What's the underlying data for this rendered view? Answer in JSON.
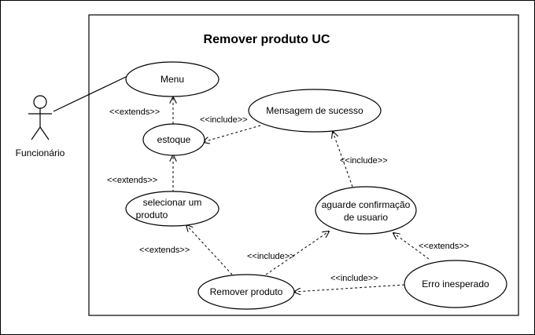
{
  "diagram": {
    "title": "Remover produto UC",
    "actor": {
      "name": "Funcionário"
    },
    "use_cases": {
      "menu": {
        "label": "Menu"
      },
      "estoque": {
        "label": "estoque"
      },
      "sucesso": {
        "label": "Mensagem de sucesso"
      },
      "selecionar": {
        "line1": "selecionar um",
        "line2": "produto"
      },
      "aguarde": {
        "line1": "aguarde confirmação",
        "line2": "de usuario"
      },
      "remover": {
        "label": "Remover produto"
      },
      "erro": {
        "label": "Erro inesperado"
      }
    },
    "relations": {
      "extends_estoque_menu": "<<extends>>",
      "include_estoque_sucesso": "<<include>>",
      "extends_selecionar_estoque": "<<extends>>",
      "include_aguarde_sucesso": "<<include>>",
      "extends_remover_selecionar": "<<extends>>",
      "include_remover_aguarde": "<<include>>",
      "extends_erro_aguarde": "<<extends>>",
      "include_erro_remover": "<<include>>"
    }
  }
}
